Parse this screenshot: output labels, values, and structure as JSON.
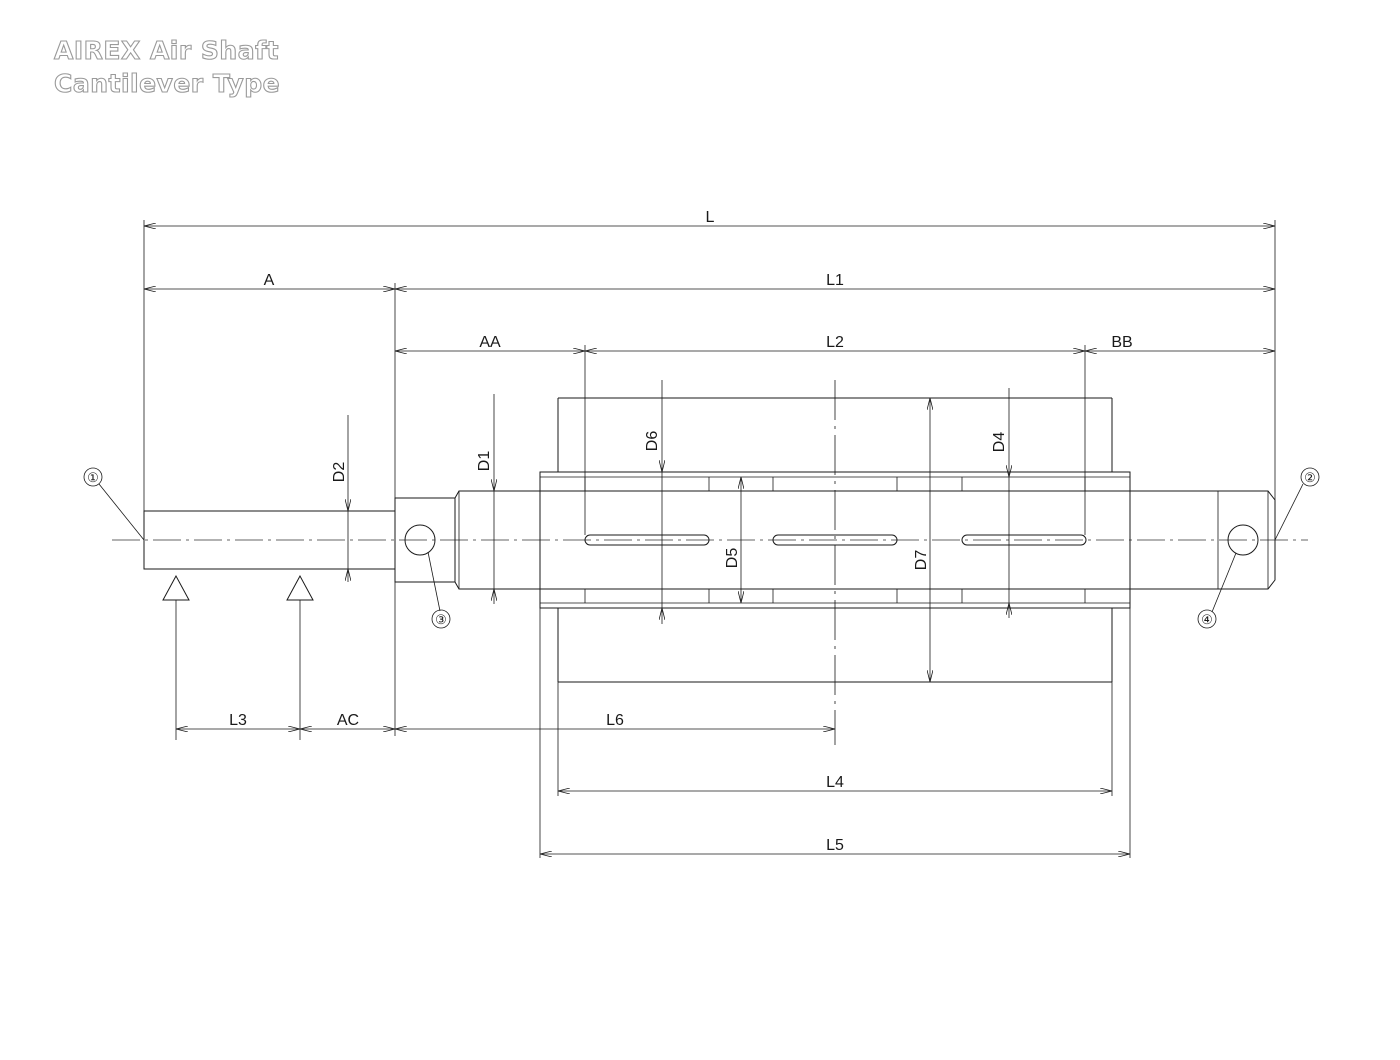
{
  "title": {
    "line1": "AIREX Air Shaft",
    "line2": "Cantilever Type"
  },
  "dimensions": {
    "L": "L",
    "A": "A",
    "L1": "L1",
    "AA": "AA",
    "L2": "L2",
    "BB": "BB",
    "D1": "D1",
    "D2": "D2",
    "D4": "D4",
    "D5": "D5",
    "D6": "D6",
    "D7": "D7",
    "L3": "L3",
    "AC": "AC",
    "L6": "L6",
    "L4": "L4",
    "L5": "L5"
  },
  "callouts": {
    "c1": "①",
    "c2": "②",
    "c3": "③",
    "c4": "④"
  }
}
